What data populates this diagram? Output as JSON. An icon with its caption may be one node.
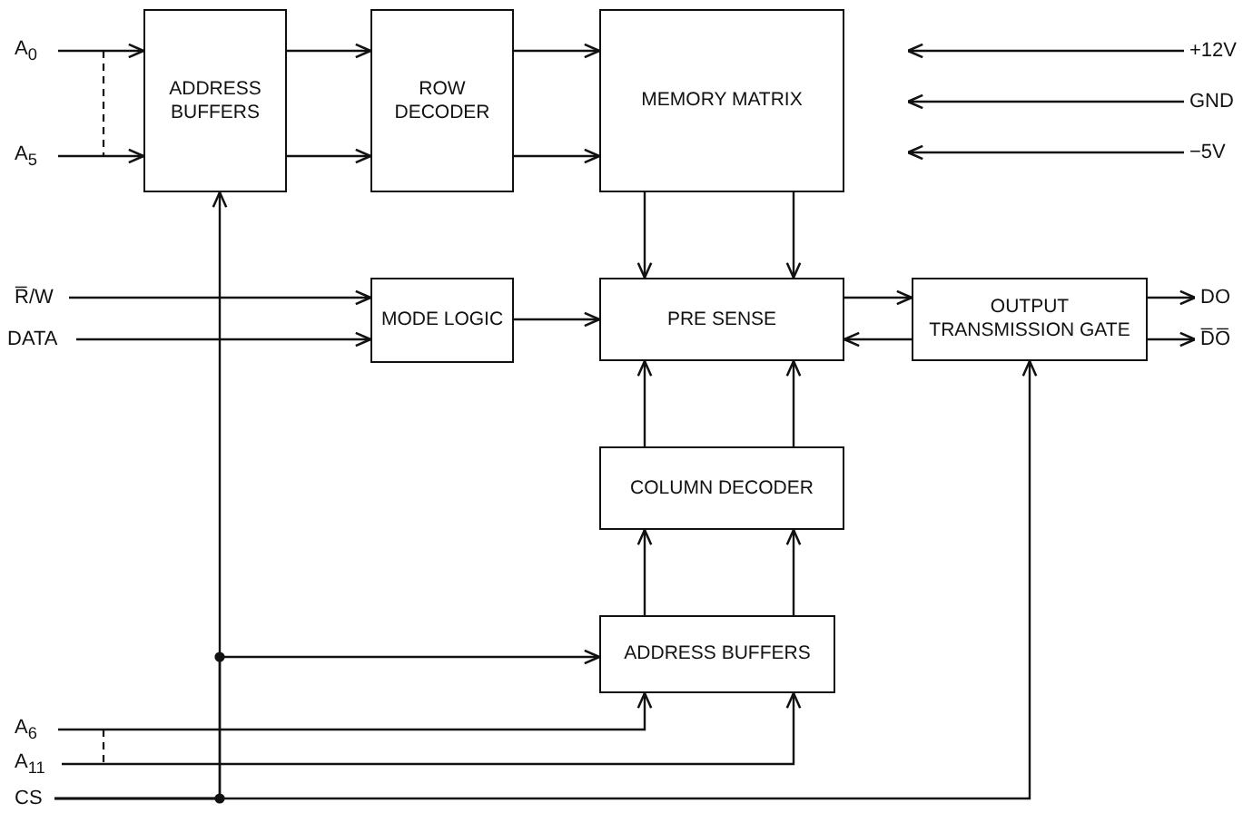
{
  "diagram": {
    "nodes": [
      {
        "text": [
          "ADDRESS BUFFERS"
        ]
      },
      {
        "text": [
          "ROW DECODER"
        ]
      },
      {
        "text": [
          "MEMORY MATRIX"
        ]
      },
      {
        "text": [
          "MODE LOGIC"
        ]
      },
      {
        "text": [
          "PRE SENSE"
        ]
      },
      {
        "text": [
          "OUTPUT TRANSMISSION GATE"
        ]
      },
      {
        "text": [
          "COLUMN DECODER"
        ]
      },
      {
        "text": [
          "ADDRESS BUFFERS"
        ]
      },
      {
        "text": [
          "A$_{0}$"
        ]
      },
      {
        "text": [
          "A$_{5}$"
        ]
      },
      {
        "text": [
          "+12V"
        ]
      },
      {
        "text": [
          "GND"
        ]
      },
      {
        "text": [
          "−5V"
        ]
      },
      {
        "text": [
          "R̅/W"
        ]
      },
      {
        "text": [
          "DATA"
        ]
      },
      {
        "text": [
          "DO"
        ]
      },
      {
        "text": [
          "D̅O̅"
        ]
      },
      {
        "text": [
          "A$_{6}$"
        ]
      },
      {
        "text": [
          "A$_{11}$"
        ]
      },
      {
        "text": [
          "CS"
        ]
      }
    ],
    "edges": [
      {
        "from": 8,
        "to": 0,
        "arrow": "to"
      },
      {
        "from": 9,
        "to": 0,
        "arrow": "to"
      },
      {
        "from": 0,
        "to": 1,
        "arrow": "to"
      },
      {
        "from": 0,
        "to": 1,
        "arrow": "to"
      },
      {
        "from": 1,
        "to": 2,
        "arrow": "to"
      },
      {
        "from": 1,
        "to": 2,
        "arrow": "to"
      },
      {
        "from": 10,
        "to": null,
        "arrow": "to"
      },
      {
        "from": 11,
        "to": null,
        "arrow": "to"
      },
      {
        "from": 12,
        "to": null,
        "arrow": "to"
      },
      {
        "from": 2,
        "to": 4,
        "arrow": "to"
      },
      {
        "from": 2,
        "to": 4,
        "arrow": "to"
      },
      {
        "from": 13,
        "to": 3,
        "arrow": "to"
      },
      {
        "from": 14,
        "to": 3,
        "arrow": "to"
      },
      {
        "from": 3,
        "to": 4,
        "arrow": "to"
      },
      {
        "from": 4,
        "to": 5,
        "arrow": "to"
      },
      {
        "from": 5,
        "to": 4,
        "arrow": "to"
      },
      {
        "from": 5,
        "to": 15,
        "arrow": "to"
      },
      {
        "from": 5,
        "to": 16,
        "arrow": "to"
      },
      {
        "from": 6,
        "to": 4,
        "arrow": "to"
      },
      {
        "from": 6,
        "to": 4,
        "arrow": "to"
      },
      {
        "from": 7,
        "to": 6,
        "arrow": "to"
      },
      {
        "from": 7,
        "to": 6,
        "arrow": "to"
      },
      {
        "from": 17,
        "to": 7,
        "arrow": "to"
      },
      {
        "from": 18,
        "to": 7,
        "arrow": "to"
      },
      {
        "from": 19,
        "to": 0,
        "arrow": "to"
      },
      {
        "from": 19,
        "to": 7,
        "arrow": "to"
      },
      {
        "from": 19,
        "to": 5,
        "arrow": "to"
      }
    ]
  }
}
